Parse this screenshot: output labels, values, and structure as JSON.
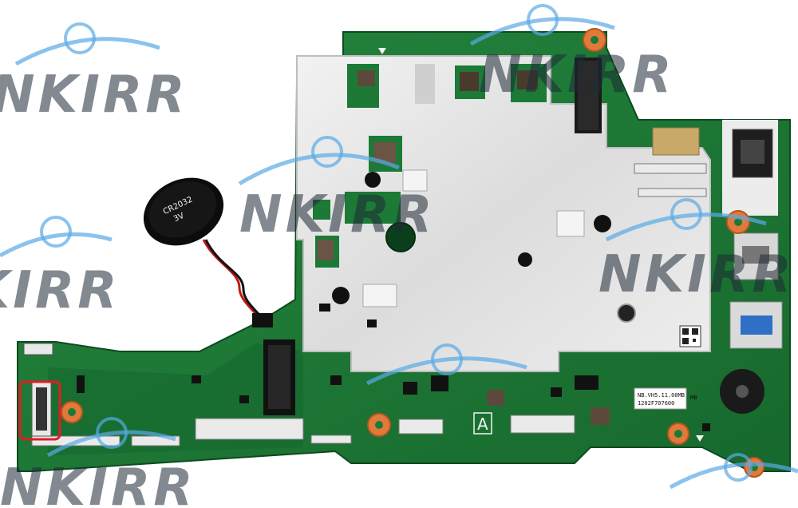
{
  "photo": {
    "colors": {
      "pcb": "#1c7a36",
      "pcb_dark": "#125a26",
      "shield": "#e6e6e6",
      "highlight": "#e31b23",
      "watermark_arc": "#5aa9e6",
      "pad_copper": "#e07a3c"
    }
  },
  "watermark": {
    "text": "NKIRR"
  },
  "board": {
    "marking_a": "A",
    "label_line_1": "NB.VH5.11.00MB",
    "label_line_2": "1202F707600",
    "label_suffix": "MB",
    "battery_text_1": "CR2032",
    "battery_text_2": "3V"
  }
}
